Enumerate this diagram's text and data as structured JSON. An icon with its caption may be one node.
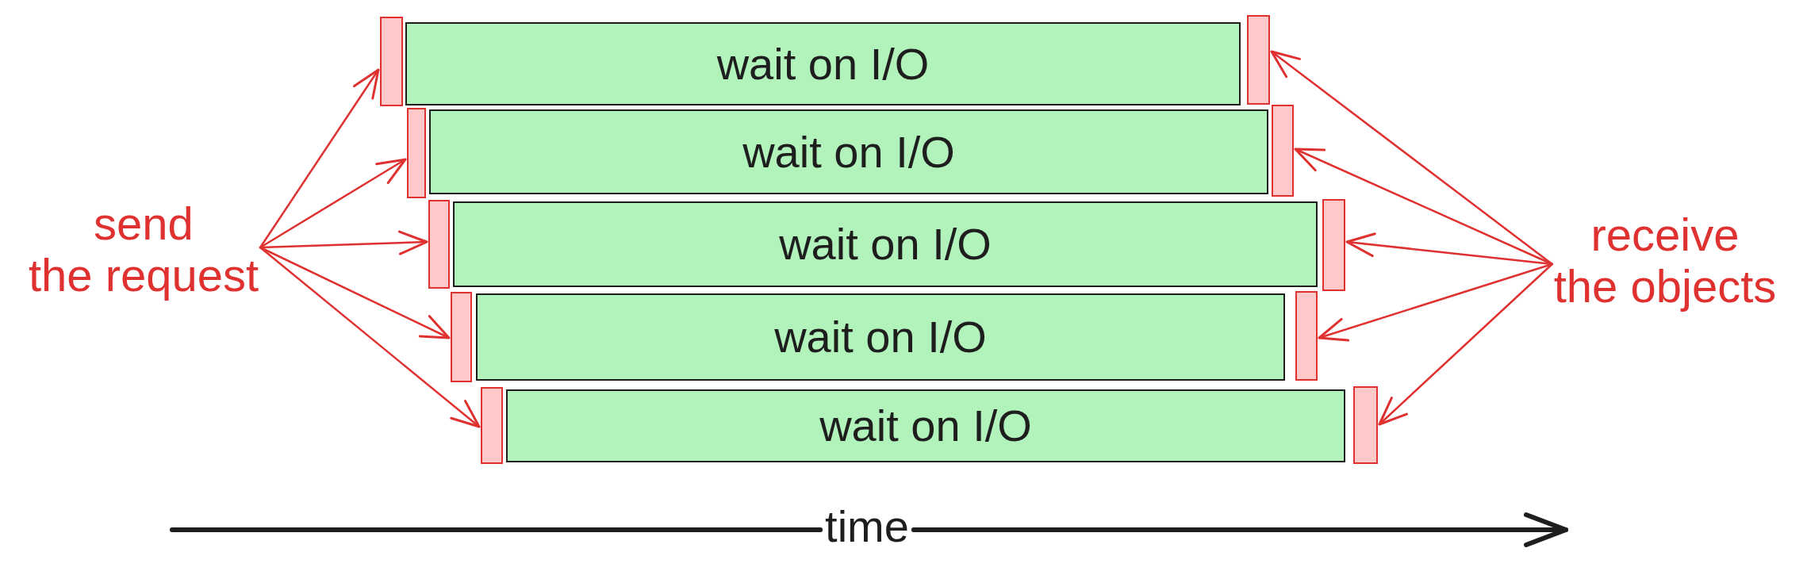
{
  "diagram": {
    "nodes": [
      {
        "text": [
          "send the request"
        ]
      },
      {
        "text": [],
        "shape": "bar"
      },
      {
        "text": [
          "wait on I/O"
        ]
      },
      {
        "text": [],
        "shape": "bar"
      },
      {
        "text": [],
        "shape": "bar"
      },
      {
        "text": [
          "wait on I/O"
        ]
      },
      {
        "text": [],
        "shape": "bar"
      },
      {
        "text": [],
        "shape": "bar"
      },
      {
        "text": [
          "wait on I/O"
        ]
      },
      {
        "text": [],
        "shape": "bar"
      },
      {
        "text": [],
        "shape": "bar"
      },
      {
        "text": [
          "wait on I/O"
        ]
      },
      {
        "text": [],
        "shape": "bar"
      },
      {
        "text": [],
        "shape": "bar"
      },
      {
        "text": [
          "wait on I/O"
        ]
      },
      {
        "text": [],
        "shape": "bar"
      },
      {
        "text": [
          "receive the objects"
        ]
      }
    ],
    "edges": [
      {
        "from": 0,
        "to": 1,
        "arrow": "to"
      },
      {
        "from": 0,
        "to": 4,
        "arrow": "to"
      },
      {
        "from": 0,
        "to": 7,
        "arrow": "to"
      },
      {
        "from": 0,
        "to": 10,
        "arrow": "to"
      },
      {
        "from": 0,
        "to": 13,
        "arrow": "to"
      },
      {
        "from": 16,
        "to": 3,
        "arrow": "to"
      },
      {
        "from": 16,
        "to": 6,
        "arrow": "to"
      },
      {
        "from": 16,
        "to": 9,
        "arrow": "to"
      },
      {
        "from": 16,
        "to": 12,
        "arrow": "to"
      },
      {
        "from": 16,
        "to": 15,
        "arrow": "to"
      }
    ],
    "labels": [
      "time"
    ]
  }
}
